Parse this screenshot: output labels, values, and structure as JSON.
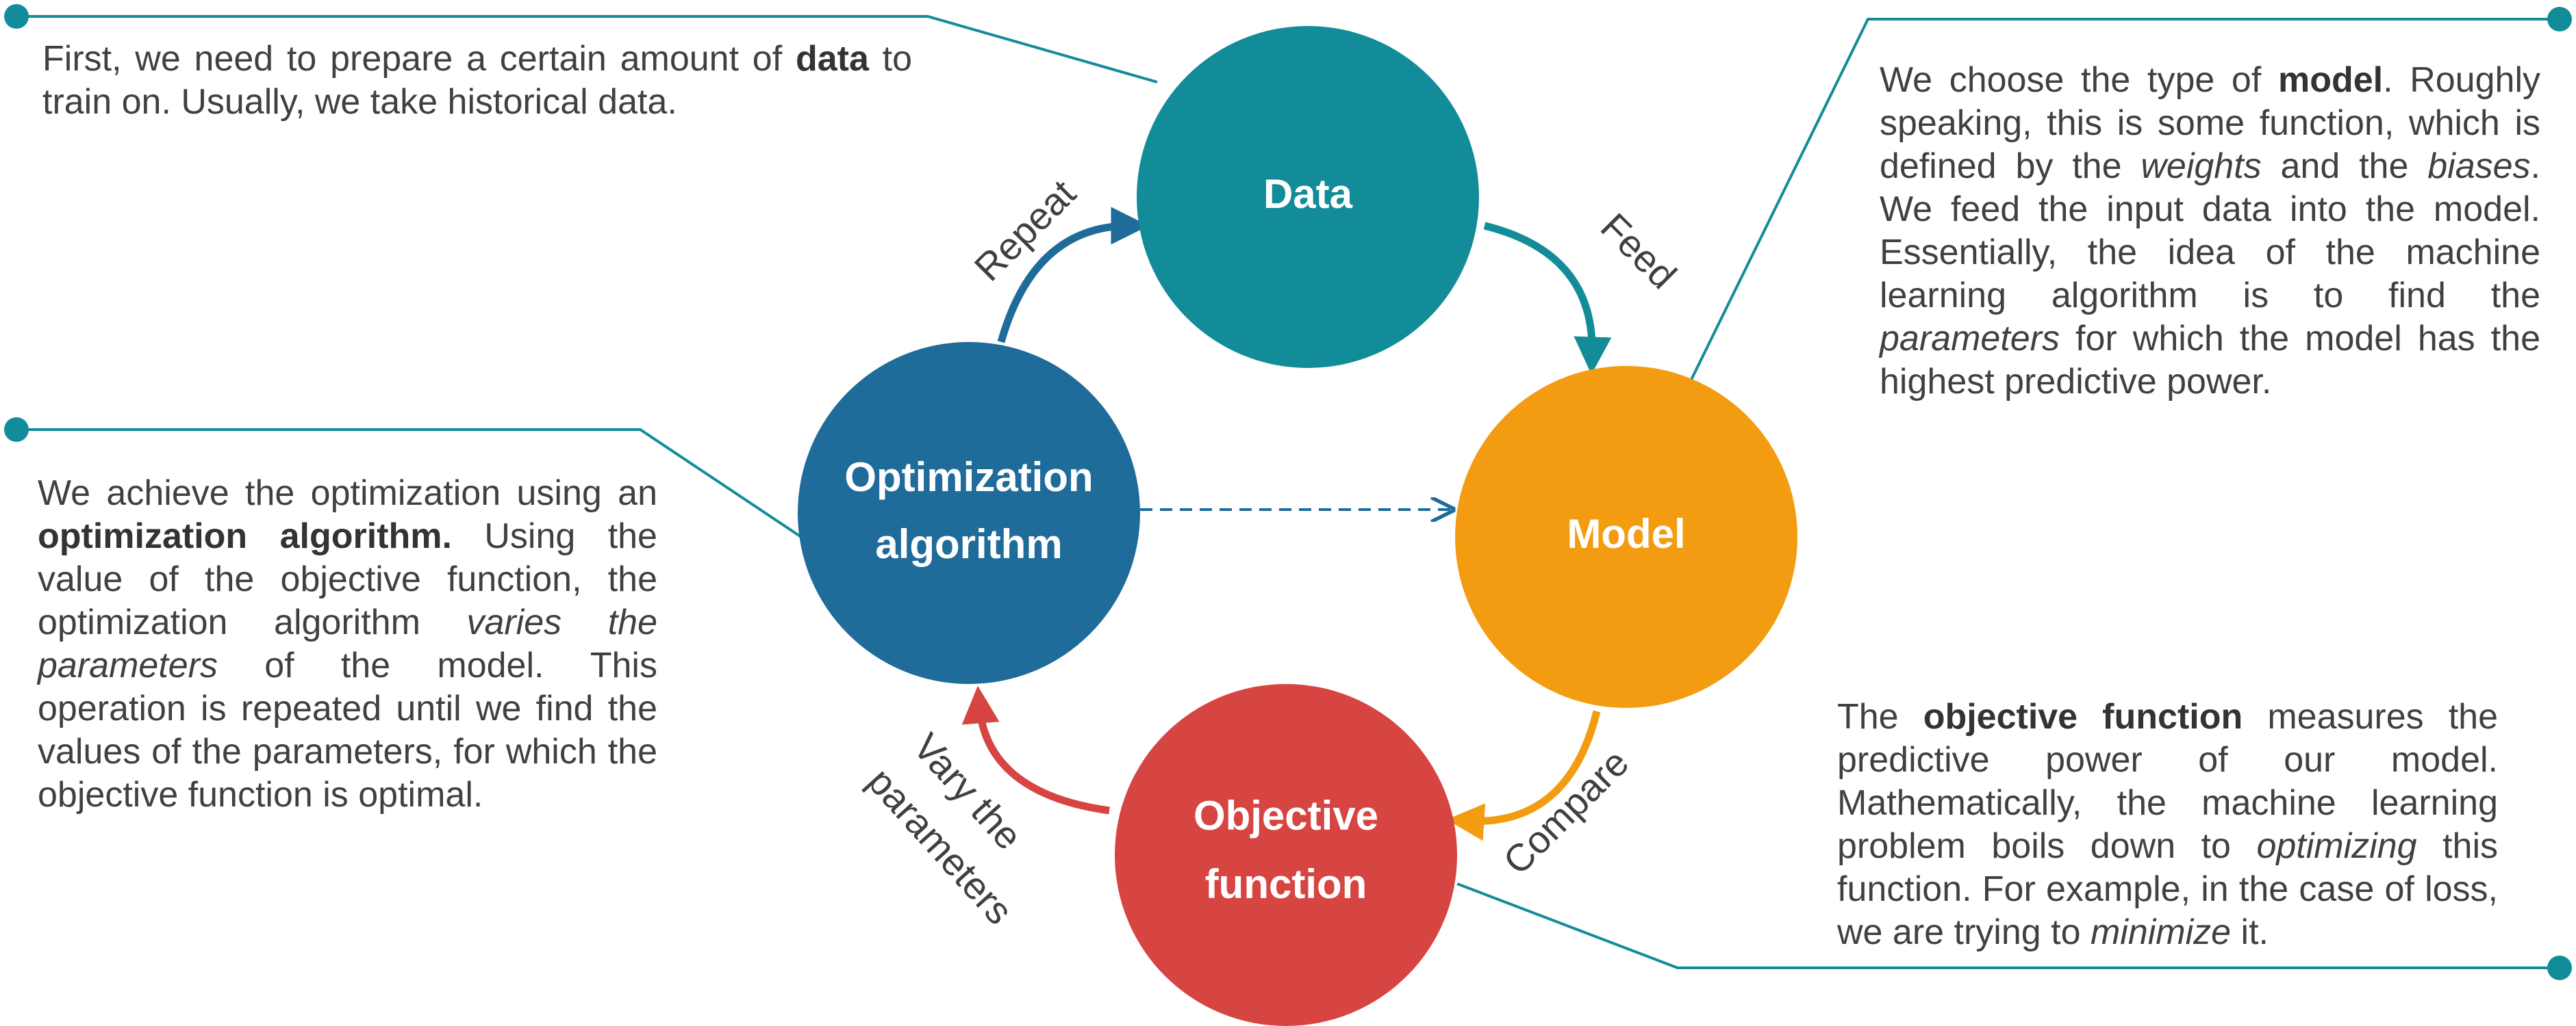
{
  "colors": {
    "data": "#138C99",
    "model": "#F39C12",
    "objective": "#D64541",
    "optimization": "#1F6B9A",
    "connector": "#138C99",
    "text": "#404040"
  },
  "nodes": {
    "data": {
      "label": "Data"
    },
    "model": {
      "label": "Model"
    },
    "objective": {
      "line1": "Objective",
      "line2": "function"
    },
    "optimization": {
      "line1": "Optimization",
      "line2": "algorithm"
    }
  },
  "edges": {
    "feed": "Feed",
    "compare": "Compare",
    "vary_line1": "Vary the",
    "vary_line2": "parameters",
    "repeat": "Repeat"
  },
  "notes": {
    "data": {
      "t1": "First, we need to prepare a certain amount of ",
      "b1": "data",
      "t2": " to train on. Usually, we take historical data."
    },
    "model": {
      "t1": "We choose the type of ",
      "b1": "model",
      "t2": ". Roughly speaking, this is some function, which is defined by the ",
      "i1": "weights",
      "t3": " and the ",
      "i2": "biases",
      "t4": ". We feed the input data into the model. Essentially, the idea of the machine learning algorithm is to find the ",
      "i3": "parameters",
      "t5": " for which the model has the highest predictive power."
    },
    "optimization": {
      "t1": "We achieve the optimization using an ",
      "b1": "optimization algorithm.",
      "t2": " Using the value of the objective function, the optimization algorithm ",
      "i1": "varies the parameters",
      "t3": " of the model. This operation is repeated until we find the values of the parameters, for which the objective function is optimal."
    },
    "objective": {
      "t1": "The ",
      "b1": "objective function",
      "t2": " measures the predictive power of our model. Mathematically, the machine learning problem boils down to ",
      "i1": "optimizing",
      "t3": " this function. For example, in the case of loss, we are trying to ",
      "i2": "minimize",
      "t4": " it."
    }
  }
}
